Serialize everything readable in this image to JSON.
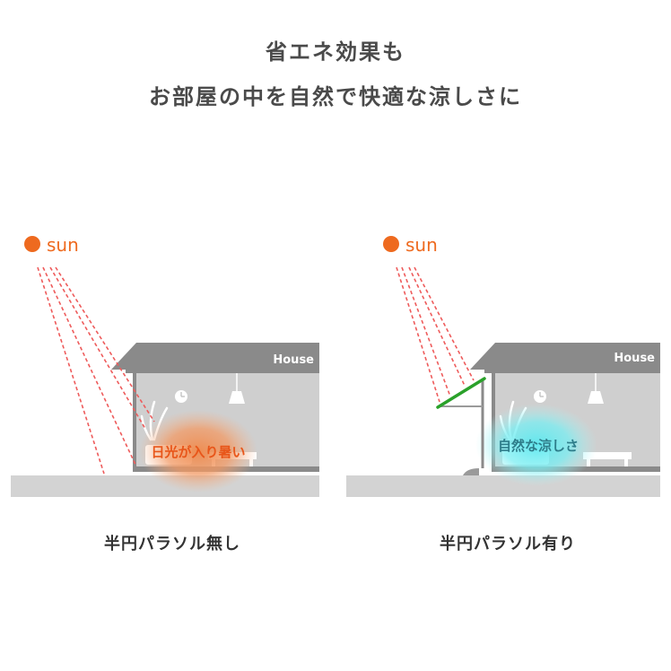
{
  "headline": {
    "line1": "省エネ効果も",
    "line2": "お部屋の中を自然で快適な涼しさに"
  },
  "colors": {
    "sun": "#ee6a1f",
    "hot_glow": "#f08a4c",
    "cool_glow": "#5ce8ef",
    "ray": "#ee5b5b",
    "parasol": "#2aa12a",
    "house": "#8a8a8a",
    "house_inner": "#cfcfcf",
    "ground": "#d3d3d3",
    "hot_text": "#e8561a",
    "cool_text": "#2e7d8a"
  },
  "left_panel": {
    "sun_label": "sun",
    "house_label": "House",
    "effect_text": "日光が入り暑い",
    "caption": "半円パラソル無し"
  },
  "right_panel": {
    "sun_label": "sun",
    "house_label": "House",
    "effect_text": "自然な涼しさ",
    "caption": "半円パラソル有り"
  }
}
